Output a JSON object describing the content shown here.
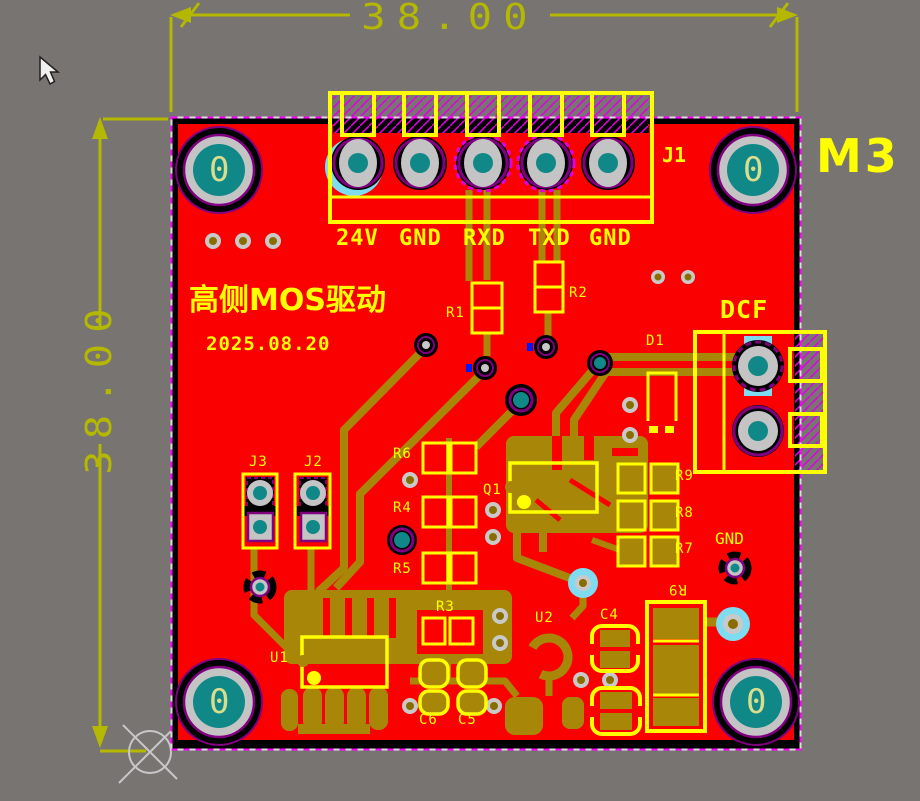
{
  "colors": {
    "background": "#787472",
    "board_red": "#FB0000",
    "copper": "#A88708",
    "silkscreen_yellow": "#FFFF00",
    "dimension_olive": "#B4B800",
    "highlight_cyan": "#7FDCF0",
    "board_outline_magenta": "#FF00FF",
    "pad_teal": "#108888",
    "pad_gray": "#C4C4C4",
    "hole_label_color": "#D9DE8E"
  },
  "dimensions": {
    "horizontal": "38.00",
    "vertical": "38.00"
  },
  "annotations": {
    "mounting_ref": "M3"
  },
  "silkscreen": {
    "title": "高侧MOS驱动",
    "date": "2025.08.20",
    "mount_hole": "0",
    "j1": {
      "ref": "J1",
      "pins": [
        "24V",
        "GND",
        "RXD",
        "TXD",
        "GND"
      ]
    },
    "dcf": {
      "ref": "DCF"
    },
    "gnd_testpoint": "GND",
    "refs": {
      "r1": "R1",
      "r2": "R2",
      "r3": "R3",
      "r4": "R4",
      "r5": "R5",
      "r6": "R6",
      "r7": "R7",
      "r8": "R8",
      "r9_right": "R9",
      "r9_bottom": "R9",
      "c4": "C4",
      "c5": "C5",
      "c6": "C6",
      "d1": "D1",
      "u1": "U1",
      "u2": "U2",
      "q1": "Q1",
      "j2": "J2",
      "j3": "J3"
    }
  }
}
